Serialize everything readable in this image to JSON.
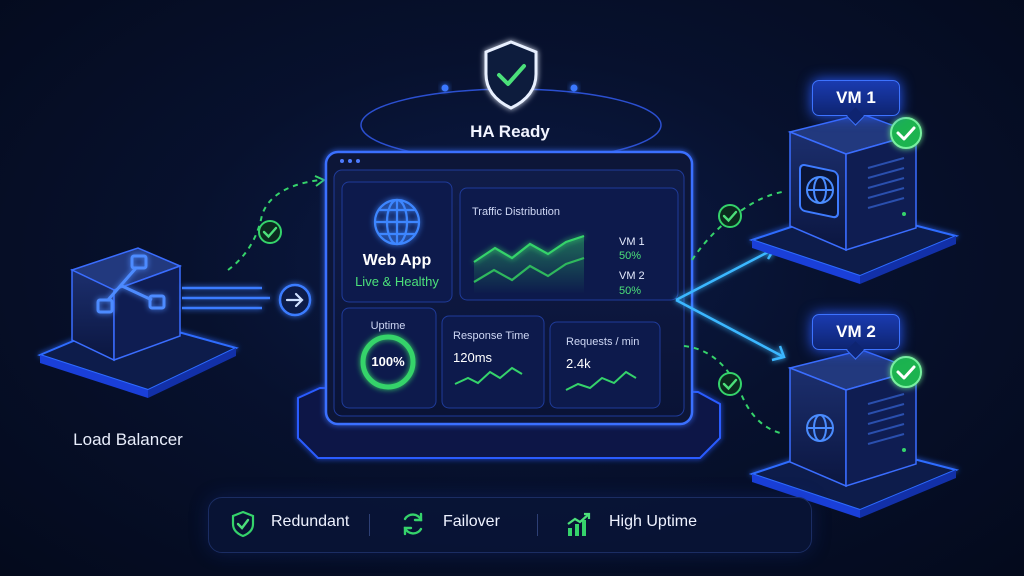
{
  "load_balancer": {
    "label": "Load Balancer"
  },
  "ha": {
    "label": "HA Ready"
  },
  "web_app": {
    "title": "Web App",
    "status": "Live & Healthy",
    "traffic": {
      "title": "Traffic Distribution",
      "vm1_name": "VM 1",
      "vm1_share": "50%",
      "vm2_name": "VM 2",
      "vm2_share": "50%"
    },
    "uptime": {
      "title": "Uptime",
      "value": "100%",
      "fill": 1.0
    },
    "response": {
      "title": "Response Time",
      "value": "120ms"
    },
    "requests": {
      "title": "Requests / min",
      "value": "2.4k"
    }
  },
  "vms": [
    {
      "label": "VM 1",
      "status": "healthy"
    },
    {
      "label": "VM 2",
      "status": "healthy"
    }
  ],
  "legend": [
    {
      "label": "Redundant",
      "icon": "shield-check-icon"
    },
    {
      "label": "Failover",
      "icon": "refresh-icon"
    },
    {
      "label": "High Uptime",
      "icon": "growth-chart-icon"
    }
  ],
  "colors": {
    "accent": "#2f6bff",
    "healthy": "#35d36b",
    "background": "#050c22"
  }
}
